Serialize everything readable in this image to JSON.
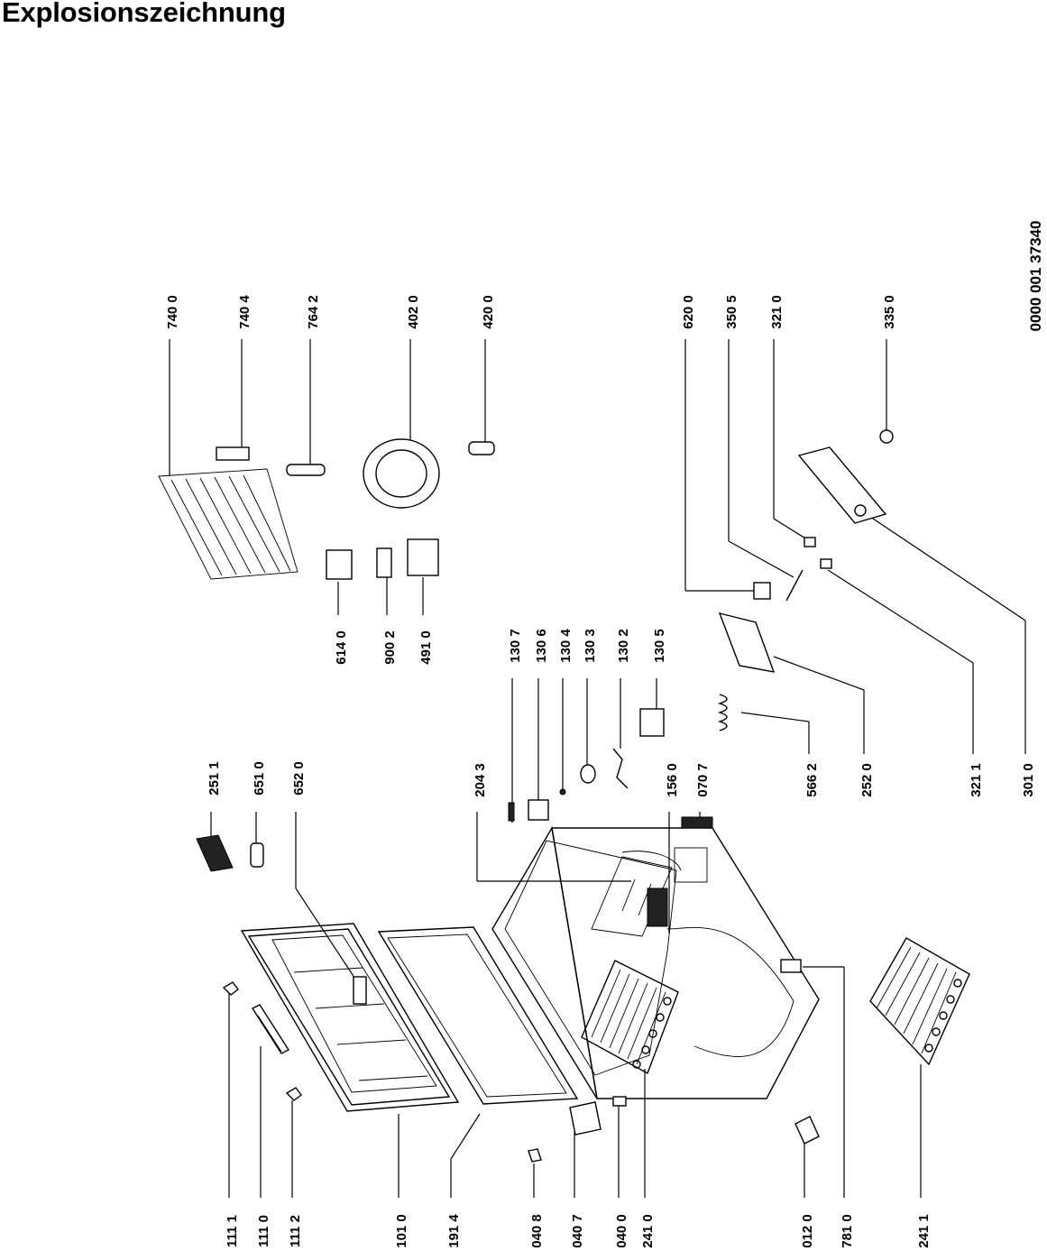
{
  "title": "Explosionszeichnung",
  "document_number": "0000 001 37340",
  "part_labels": {
    "p1111": "111 1",
    "p1110": "111 0",
    "p1112": "111 2",
    "p1010": "101 0",
    "p1914": "191 4",
    "p0408": "040 8",
    "p0407": "040 7",
    "p0400": "040 0",
    "p2410": "241 0",
    "p0120": "012 0",
    "p7810": "781 0",
    "p2411": "241 1",
    "p2511": "251 1",
    "p6510": "651 0",
    "p6520": "652 0",
    "p2043": "204 3",
    "p1560": "156 0",
    "p0707": "070 7",
    "p1307": "130 7",
    "p1306": "130 6",
    "p1304": "130 4",
    "p1303": "130 3",
    "p1302": "130 2",
    "p1305": "130 5",
    "p5662": "566 2",
    "p2520": "252 0",
    "p3211": "321 1",
    "p3010": "301 0",
    "p6140": "614 0",
    "p9002": "900 2",
    "p4910": "491 0",
    "p7400": "740 0",
    "p7404": "740 4",
    "p7642": "764 2",
    "p4020": "402 0",
    "p4200": "420 0",
    "p6200": "620 0",
    "p3505": "350 5",
    "p3210": "321 0",
    "p3350": "335 0"
  }
}
